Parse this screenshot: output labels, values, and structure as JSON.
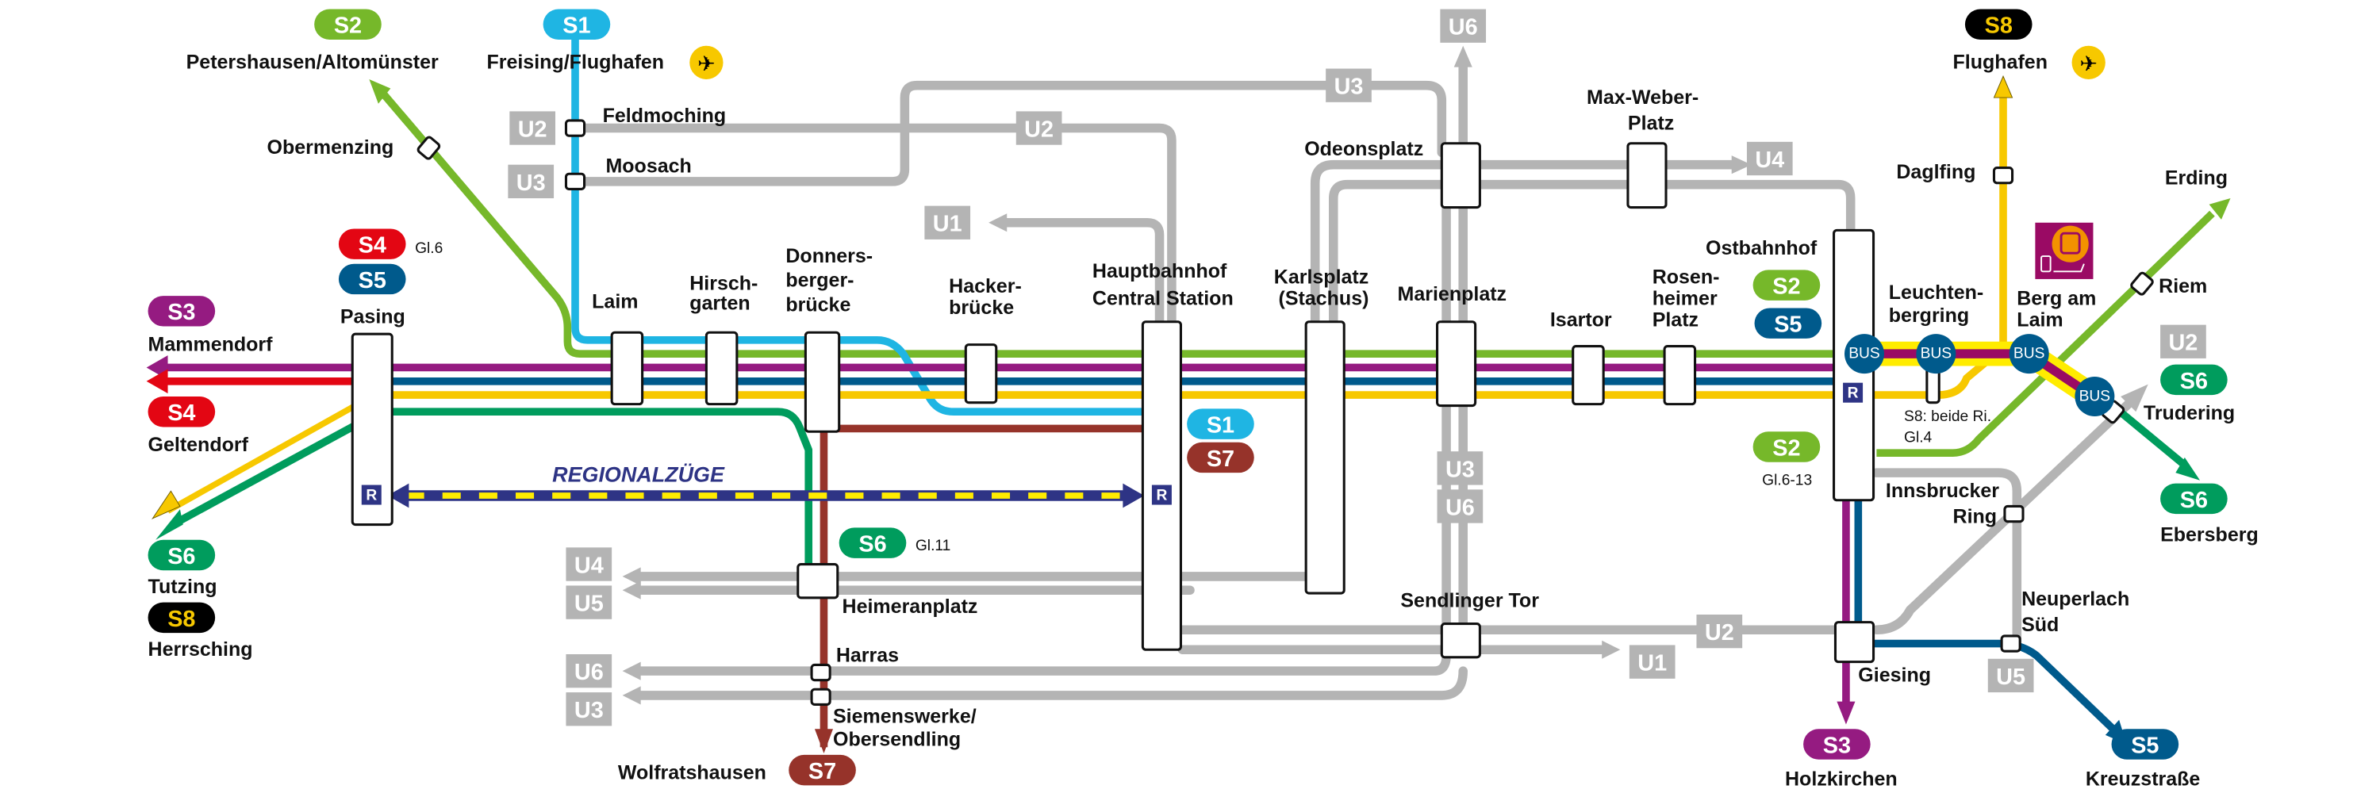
{
  "map": {
    "title": "S-Bahn und U-Bahn München Netzausschnitt",
    "colors": {
      "S1": "#1fb5e3",
      "S2": "#76b82a",
      "S3": "#951b81",
      "S4": "#e30613",
      "S5": "#005a8c",
      "S6": "#009c5d",
      "S7": "#96332a",
      "S8": "#f7c800",
      "S8_badge_bg": "#000000",
      "ubahn": "#b4b4b4",
      "regional": "#2e3485",
      "regional_dash": "#ffec00",
      "bus": "#005a8c",
      "airport": "#f7c800",
      "stammstrecke_highlight": "#ffec00",
      "transfer_icon_bg": "#9a0a64"
    },
    "badges": {
      "s2_petershausen": "S2",
      "s1_freising": "S1",
      "s8_flughafen": "S8",
      "s4_pasing": "S4",
      "s5_pasing": "S5",
      "s3_mammendorf": "S3",
      "s4_geltendorf": "S4",
      "s6_tutzing": "S6",
      "s8_herrsching": "S8",
      "s1_hbf": "S1",
      "s7_hbf": "S7",
      "s6_heimeranplatz": "S6",
      "s7_wolfratshausen": "S7",
      "s2_ostbf": "S2",
      "s5_ostbf": "S5",
      "s2_ostbf_low": "S2",
      "s6_trudering": "S6",
      "s6_ebersberg": "S6",
      "s3_holzkirchen": "S3",
      "s5_kreuzstrasse": "S5"
    },
    "ubadges": {
      "u2_feldmoching": "U2",
      "u3_moosach": "U3",
      "u2_mid": "U2",
      "u3_top": "U3",
      "u6_top": "U6",
      "u1_left": "U1",
      "u4_right": "U4",
      "u3_mid": "U3",
      "u6_mid": "U6",
      "u4_left": "U4",
      "u5_left": "U5",
      "u6_left": "U6",
      "u3_left": "U3",
      "u2_sendl": "U2",
      "u1_sendl": "U1",
      "u2_trudering": "U2",
      "u5_neuperlach": "U5"
    },
    "destinations": {
      "petershausen": "Petershausen/Altomünster",
      "freising": "Freising/Flughafen",
      "flughafen": "Flughafen",
      "mammendorf": "Mammendorf",
      "geltendorf": "Geltendorf",
      "tutzing": "Tutzing",
      "herrsching": "Herrsching",
      "wolfratshausen": "Wolfratshausen",
      "erding": "Erding",
      "trudering": "Trudering",
      "ebersberg": "Ebersberg",
      "holzkirchen": "Holzkirchen",
      "kreuzstrasse": "Kreuzstraße"
    },
    "stations": {
      "obermenzing": "Obermenzing",
      "feldmoching": "Feldmoching",
      "moosach": "Moosach",
      "pasing": "Pasing",
      "laim": "Laim",
      "hirschgarten": [
        "Hirsch-",
        "garten"
      ],
      "donnersbergerbruecke": [
        "Donners-",
        "berger-",
        "brücke"
      ],
      "hackerbruecke": [
        "Hacker-",
        "brücke"
      ],
      "hauptbahnhof": [
        "Hauptbahnhof",
        "Central Station"
      ],
      "karlsplatz": [
        "Karlsplatz",
        "(Stachus)"
      ],
      "marienplatz": "Marienplatz",
      "odeonsplatz": "Odeonsplatz",
      "maxweberplatz": [
        "Max-Weber-",
        "Platz"
      ],
      "isartor": "Isartor",
      "rosenheimerplatz": [
        "Rosen-",
        "heimer",
        "Platz"
      ],
      "ostbahnhof": "Ostbahnhof",
      "leuchtenbergring": [
        "Leuchten-",
        "bergring"
      ],
      "bergamlaim": [
        "Berg am",
        "Laim"
      ],
      "daglfing": "Daglfing",
      "riem": "Riem",
      "heimeranplatz": "Heimeranplatz",
      "harras": "Harras",
      "siemenswerke": [
        "Siemenswerke/",
        "Obersendling"
      ],
      "sendlingertor": "Sendlinger Tor",
      "giesing": "Giesing",
      "innsbruckerring": [
        "Innsbrucker",
        "Ring"
      ],
      "neuperlach": [
        "Neuperlach",
        "Süd"
      ]
    },
    "notes": {
      "pasing_s4_track": "Gl.6",
      "heimeranplatz_s6_track": "Gl.11",
      "ostbf_s2_track": "Gl.6-13",
      "leuchtenbergring_s8": [
        "S8: beide Ri.",
        "Gl.4"
      ]
    },
    "regional_label": "REGIONALZÜGE",
    "regional_marker": "R",
    "bus_label": "BUS",
    "icons": [
      "airplane-icon",
      "airplane-icon",
      "bus-transfer-icon"
    ]
  }
}
